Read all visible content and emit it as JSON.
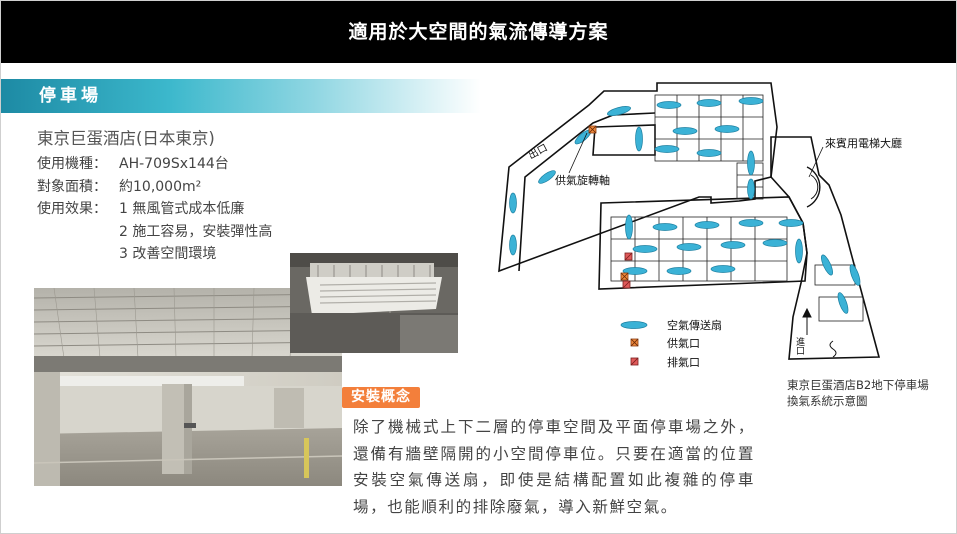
{
  "banner": {
    "title": "適用於大空間的氣流傳導方案"
  },
  "section": {
    "title": "停車場"
  },
  "case": {
    "hotel": "東京巨蛋酒店(日本東京)",
    "model_label": "使用機種：",
    "model_value": "AH-709Sx144台",
    "area_label": "對象面積：",
    "area_value": "約10,000m²",
    "effect_label": "使用效果：",
    "effects": [
      "1 無風管式成本低廉",
      "2 施工容易，安裝彈性高",
      "3 改善空間環境"
    ]
  },
  "concept": {
    "tag": "安裝概念",
    "text": "除了機械式上下二層的停車空間及平面停車場之外，還備有牆壁隔開的小空間停車位。只要在適當的位置安裝空氣傳送扇，即使是結構配置如此複雜的停車場，也能順利的排除廢氣，導入新鮮空氣。"
  },
  "diagram": {
    "exit_label": "出口",
    "shaft_label": "供氣旋轉軸",
    "lobby_label": "來賓用電梯大廳",
    "entrance_label": "進口",
    "legend": {
      "fan": "空氣傳送扇",
      "supply": "供氣口",
      "exhaust": "排氣口"
    },
    "caption_line1": "東京巨蛋酒店B2地下停車場",
    "caption_line2": "換氣系統示意圖"
  },
  "colors": {
    "banner_bg": "#000000",
    "section_bar": "#2ba3bb",
    "concept_tag": "#f37f3b",
    "fan": "#3bb2d6",
    "supply_vent": "#f08a3c",
    "exhaust_vent": "#e05a5a"
  }
}
